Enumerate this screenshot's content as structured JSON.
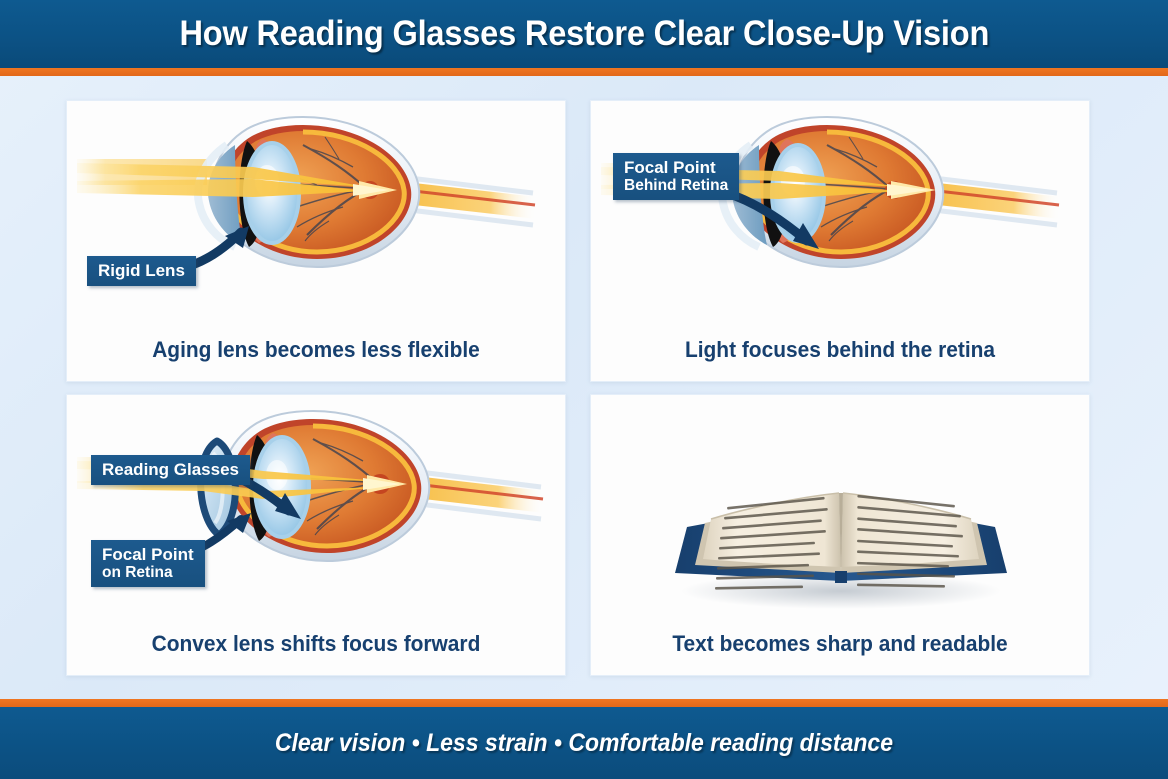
{
  "header": {
    "title": "How Reading Glasses Restore Clear Close-Up Vision",
    "bar_color": "#0c5285",
    "accent_color": "#e8701f"
  },
  "footer": {
    "text": "Clear vision • Less strain • Comfortable reading distance",
    "bar_color": "#0c5285",
    "accent_color": "#e8701f"
  },
  "theme": {
    "background_color": "#dfebf9",
    "panel_color": "#fdfdfd",
    "caption_color": "#17406f",
    "callout_bg": "#1a5085",
    "callout_text": "#ffffff",
    "arrow_color": "#123a63",
    "ray_color": "#f9c23c",
    "sclera_color": "#eef3f8",
    "retina_color": "#d8612a",
    "vitreous_color": "#e8853c",
    "lens_color": "#bcdcf0",
    "iris_color": "#141414",
    "ciliary_color": "#e0745a",
    "choroid_color": "#c0442a",
    "book_cover_color": "#1f4f84",
    "book_page_color": "#f2ead9"
  },
  "panels": [
    {
      "id": "panel-1",
      "art": "eye-rigid-lens",
      "caption": "Aging lens becomes less flexible",
      "callouts": [
        {
          "line1": "Rigid Lens",
          "line2": ""
        }
      ]
    },
    {
      "id": "panel-2",
      "art": "eye-focus-behind-retina",
      "caption": "Light focuses behind the retina",
      "callouts": [
        {
          "line1": "Focal Point",
          "line2": "Behind Retina"
        }
      ]
    },
    {
      "id": "panel-3",
      "art": "eye-with-reading-glasses",
      "caption": "Convex lens shifts focus forward",
      "callouts": [
        {
          "line1": "Reading Glasses",
          "line2": ""
        },
        {
          "line1": "Focal Point",
          "line2": "on Retina"
        }
      ]
    },
    {
      "id": "panel-4",
      "art": "open-book",
      "caption": "Text becomes sharp and readable",
      "callouts": []
    }
  ]
}
